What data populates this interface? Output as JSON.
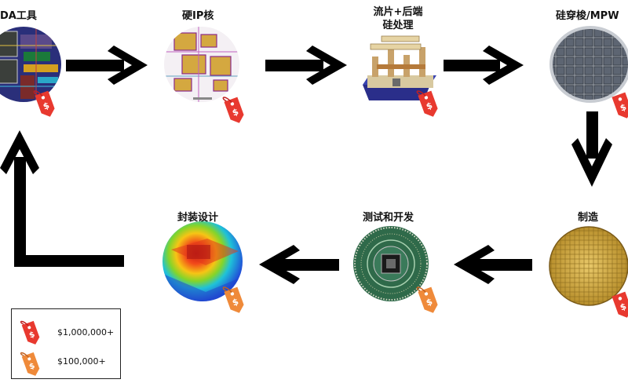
{
  "stages": {
    "eda": "DA工具",
    "hard_ip": "硬IP核",
    "tapeout_line1": "流片+后端",
    "tapeout_line2": "硅处理",
    "silicon_mpw": "硅穿梭/MPW",
    "manufacture": "制造",
    "test_dev": "测试和开发",
    "package": "封装设计"
  },
  "legend": {
    "high_cost": "$1,000,000+",
    "low_cost": "$100,000+"
  },
  "colors": {
    "tag_high": "#e8392f",
    "tag_low": "#ef8a3a",
    "arrow": "#000000"
  },
  "icons": {
    "price_tag": "price-tag-icon",
    "arrow": "arrow-right-icon"
  }
}
